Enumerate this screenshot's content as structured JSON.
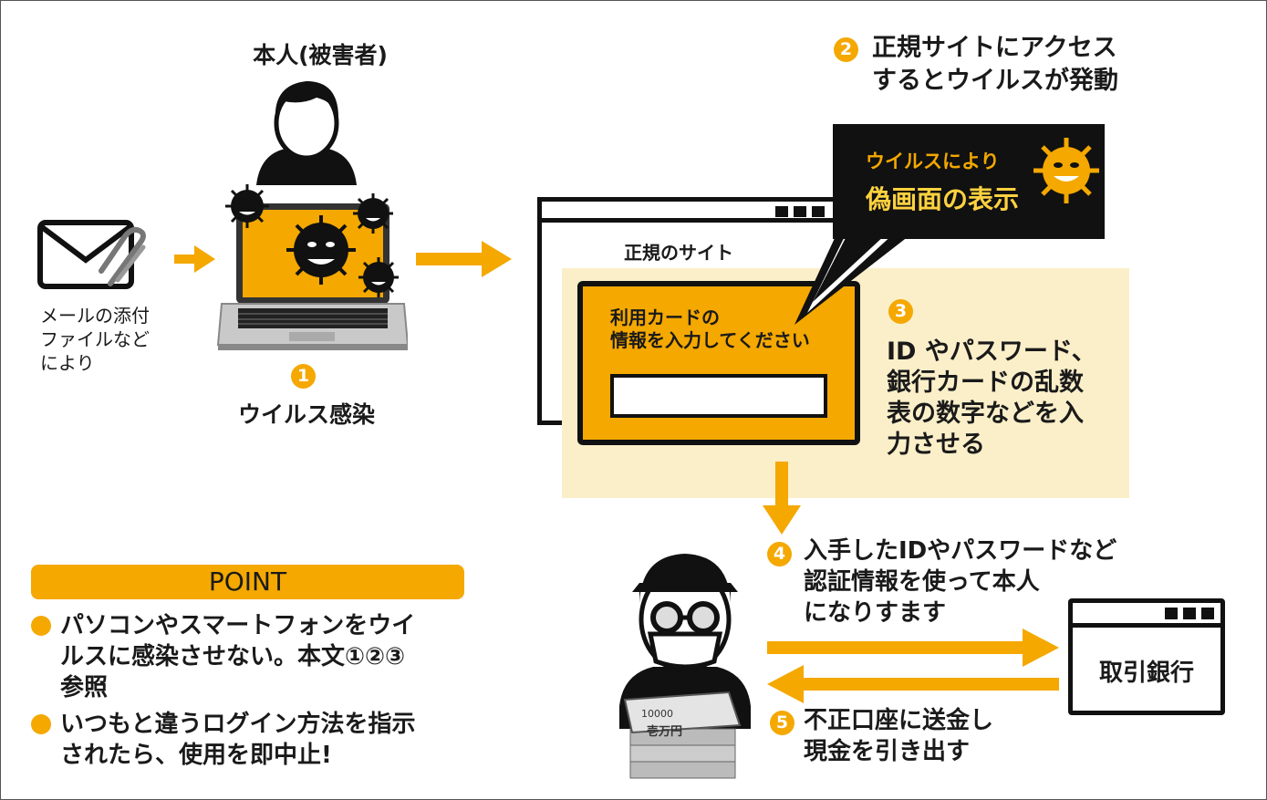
{
  "victim": {
    "title": "本人(被害者)"
  },
  "mail": {
    "caption_lines": [
      "メールの添付",
      "ファイルなど",
      "により"
    ]
  },
  "step1": {
    "badge": "1",
    "label": "ウイルス感染"
  },
  "step2": {
    "badge": "2",
    "lines": [
      "正規サイトにアクセス",
      "するとウイルスが発動"
    ]
  },
  "popup": {
    "line1": "ウイルスにより",
    "line2": "偽画面の表示"
  },
  "legit_site": {
    "title": "正規のサイト"
  },
  "fake_form": {
    "line1": "利用カードの",
    "line2": "情報を入力してください"
  },
  "step3": {
    "badge": "3",
    "lines": [
      "ID やパスワード、",
      "銀行カードの乱数",
      "表の数字などを入",
      "力させる"
    ]
  },
  "step4": {
    "badge": "4",
    "lines": [
      "入手したIDやパスワードなど",
      "認証情報を使って本人",
      "になりすます"
    ]
  },
  "bank": {
    "label": "取引銀行"
  },
  "step5": {
    "badge": "5",
    "lines": [
      "不正口座に送金し",
      "現金を引き出す"
    ]
  },
  "money": {
    "note_value": "10000",
    "note_text": "壱万円"
  },
  "point": {
    "title": "POINT",
    "items": [
      {
        "lines": [
          "パソコンやスマートフォンをウイ",
          "ルスに感染させない。本文①②③",
          "参照"
        ]
      },
      {
        "lines": [
          "いつもと違うログイン方法を指示",
          "されたら、使用を即中止!"
        ]
      }
    ]
  },
  "colors": {
    "accent": "#f4a800",
    "highlight": "#fbefc9",
    "dark": "#111111",
    "popup_text_orange": "#f4a800",
    "popup_text_yellow": "#ffd23f"
  }
}
